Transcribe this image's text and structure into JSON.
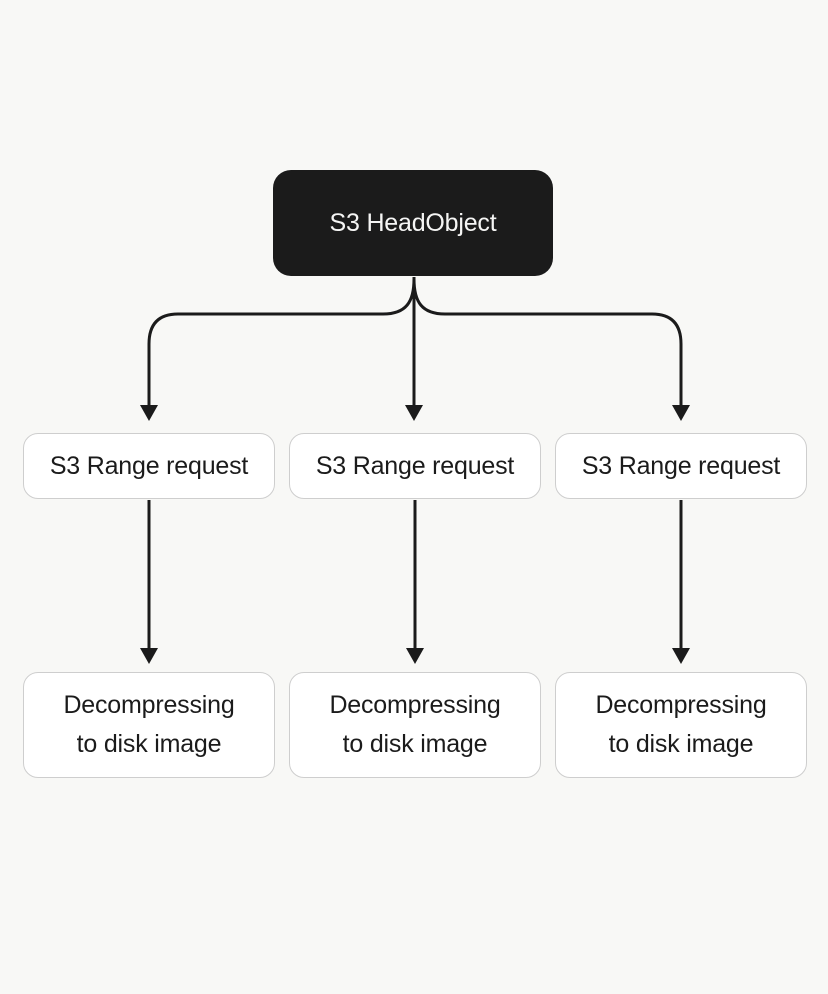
{
  "colors": {
    "bg": "#f8f8f6",
    "ink": "#1b1b1b",
    "node_bg": "#ffffff",
    "node_border": "#cecece"
  },
  "diagram": {
    "root": {
      "label": "S3 HeadObject"
    },
    "range_nodes": [
      {
        "label": "S3 Range request"
      },
      {
        "label": "S3 Range request"
      },
      {
        "label": "S3 Range request"
      }
    ],
    "decompress_nodes": [
      {
        "line1": "Decompressing",
        "line2": "to disk image"
      },
      {
        "line1": "Decompressing",
        "line2": "to disk image"
      },
      {
        "line1": "Decompressing",
        "line2": "to disk image"
      }
    ]
  }
}
